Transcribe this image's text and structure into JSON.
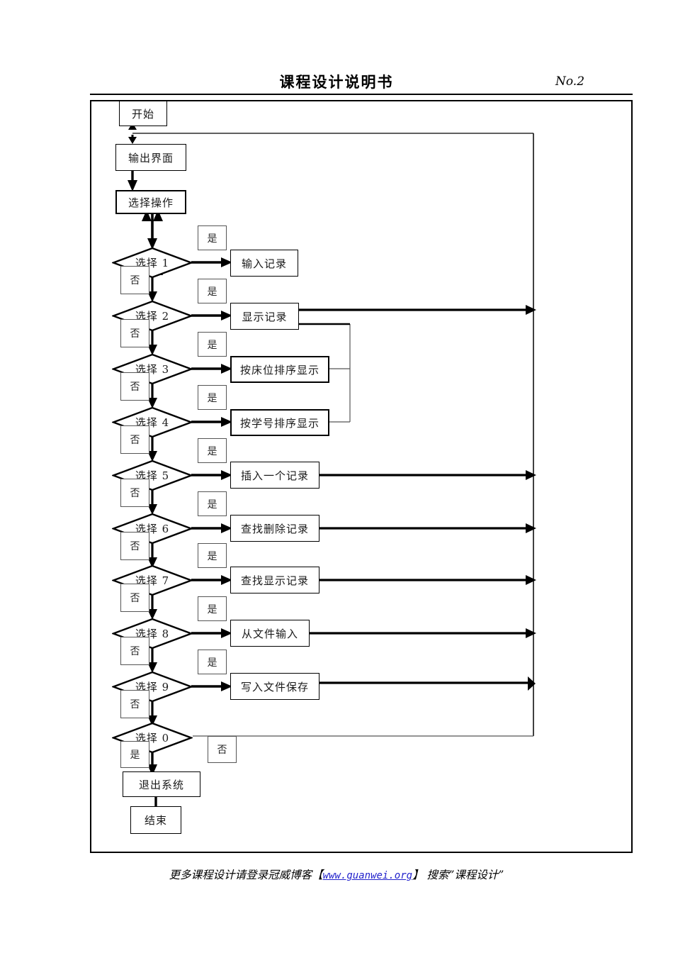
{
  "header": {
    "title": "课程设计说明书",
    "page_no": "No.2"
  },
  "footer": {
    "prefix": "更多课程设计请登录冠威博客【",
    "link": "www.guanwei.org",
    "suffix": "】 搜索”课程设计”"
  },
  "flow": {
    "start": "开始",
    "output_ui": "输出界面",
    "select_op": "选择操作",
    "exit_system": "退出系统",
    "end": "结束",
    "yes": "是",
    "no": "否",
    "branches": [
      {
        "condition": "选择 1",
        "action": "输入记录",
        "yes": "是",
        "no": "否"
      },
      {
        "condition": "选择 2",
        "action": "显示记录",
        "yes": "是",
        "no": "否"
      },
      {
        "condition": "选择 3",
        "action": "按床位排序显示",
        "yes": "是",
        "no": "否"
      },
      {
        "condition": "选择 4",
        "action": "按学号排序显示",
        "yes": "是",
        "no": "否"
      },
      {
        "condition": "选择 5",
        "action": "插入一个记录",
        "yes": "是",
        "no": "否"
      },
      {
        "condition": "选择 6",
        "action": "查找删除记录",
        "yes": "是",
        "no": "否"
      },
      {
        "condition": "选择 7",
        "action": "查找显示记录",
        "yes": "是",
        "no": "否"
      },
      {
        "condition": "选择 8",
        "action": "从文件输入",
        "yes": "是",
        "no": "否"
      },
      {
        "condition": "选择 9",
        "action": "写入文件保存",
        "yes": "是",
        "no": "否"
      },
      {
        "condition": "选择 0",
        "action": "",
        "yes": "是",
        "no": "否"
      }
    ]
  },
  "colors": {
    "ink": "#000000",
    "link": "#2222cc",
    "paper": "#ffffff"
  }
}
